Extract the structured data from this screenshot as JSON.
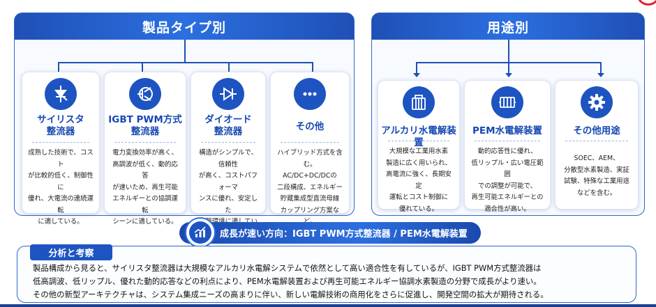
{
  "product_section": {
    "title": "製品タイプ別",
    "cards": [
      {
        "icon": "thyristor-icon",
        "title": "サイリスタ\n整流器",
        "desc": "成熟した技術で、コスト\nが比較的低く、制御性に\n優れ、大電流の連続運転\nに適している。"
      },
      {
        "icon": "igbt-icon",
        "title": "IGBT PWM方式\n整流器",
        "desc": "電力変換効率が高く、\n高調波が低く、動的応答\nが速いため、再生可能\nエネルギーとの協調運転\nシーンに適している。"
      },
      {
        "icon": "diode-icon",
        "title": "ダイオード\n整流器",
        "desc": "構造がシンプルで、信頼性\nが高く、コストパフォーマ\nンスに優れ、安定した\n電源環境に適している。"
      },
      {
        "icon": "more-icon",
        "title": "その他",
        "desc": "ハイブリッド方式を含む。\nAC/DC+DC/DCの\n二段構成、エネルギー\n貯蔵集成型直流母線\nカップリング方案など。"
      }
    ]
  },
  "application_section": {
    "title": "用途別",
    "cards": [
      {
        "icon": "alkaline-electrolyzer-icon",
        "title": "アルカリ水電解装置",
        "desc": "大規模な工業用水素\n製造に広く用いられ、\n高電流に強く、長期安定\n運転とコスト制御に\n優れている。"
      },
      {
        "icon": "pem-electrolyzer-icon",
        "title": "PEM水電解装置",
        "desc": "動的応答性に優れ、\n低リップル・広い電圧範囲\nでの調整が可能で、\n再生可能エネルギーとの\n適合性が高い。"
      },
      {
        "icon": "gear-icon",
        "title": "その他用途",
        "desc": "SOEC、AEM、\n分散型水素製造、実証\n試験、特殊な工業用途\nなどを含む。"
      }
    ]
  },
  "growth": {
    "text": "成長が速い方向：IGBT PWM方式整流器 / PEM水電解装置",
    "icon": "growth-chart-icon"
  },
  "analysis": {
    "title": "分析と考察",
    "lines": [
      "製品構成から見ると、サイリスタ整流器は大規模なアルカリ水電解システムで依然として高い適合性を有しているが、IGBT PWM方式整流器は",
      "低高調波、低リップル、優れた動的応答などの利点により、PEM水電解装置および再生可能エネルギー協調水素製造の分野で成長がより速い。",
      "その他の新型アーキテクチャは、システム集成ニーズの高まりに伴い、新しい電解技術の商用化をさらに促進し、開発空間の拡大が期待される。"
    ]
  },
  "colors": {
    "primary": "#1d54c2",
    "header_gradient": "#2b6fe0",
    "border": "#2f65c9",
    "title_text": "#1648b3"
  }
}
